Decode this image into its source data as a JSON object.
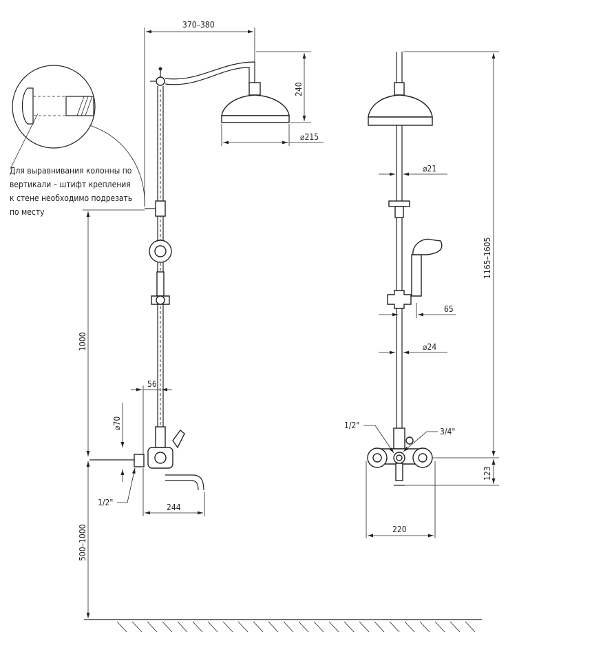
{
  "left_unit": {
    "arm_reach": "370–380",
    "head_height": "240",
    "head_diameter": "⌀215",
    "mount_height": "1000",
    "floor_range": "500–1000",
    "column_offset": "56",
    "flange_diameter": "⌀70",
    "inlet": "1/2\"",
    "spout_length": "244"
  },
  "note": {
    "lines": [
      "Для выравнивания колонны по",
      "вертикали – штифт крепления",
      "к стене необходимо подрезать",
      "по месту"
    ]
  },
  "right_unit": {
    "column_top_diameter": "⌀21",
    "total_height": "1165–1605",
    "hand_shower_offset": "65",
    "column_bottom_diameter": "⌀24",
    "inlet_left": "1/2\"",
    "inlet_right": "3/4\"",
    "mixer_height": "123",
    "mixer_width": "220"
  }
}
